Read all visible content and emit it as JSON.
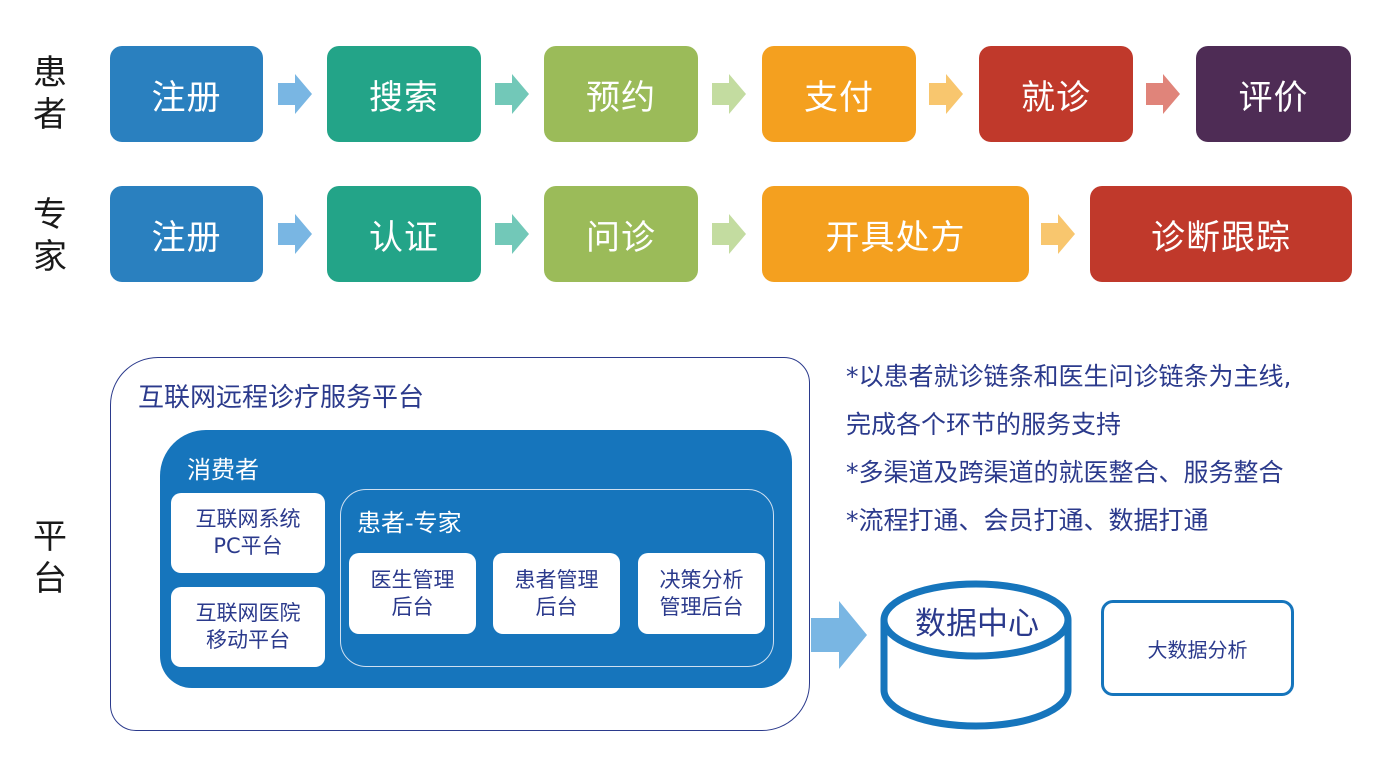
{
  "rows": {
    "patient": {
      "label_chars": [
        "患",
        "者"
      ],
      "steps": [
        {
          "label": "注册",
          "color": "#2a80bf"
        },
        {
          "label": "搜索",
          "color": "#23a488"
        },
        {
          "label": "预约",
          "color": "#9bbb59"
        },
        {
          "label": "支付",
          "color": "#f4a01f"
        },
        {
          "label": "就诊",
          "color": "#c0392b"
        },
        {
          "label": "评价",
          "color": "#4e2c55"
        }
      ],
      "arrow_colors": [
        "#79b6e3",
        "#72c8b8",
        "#c3dca0",
        "#f8c66e",
        "#e0847a"
      ]
    },
    "expert": {
      "label_chars": [
        "专",
        "家"
      ],
      "steps": [
        {
          "label": "注册",
          "color": "#2a80bf"
        },
        {
          "label": "认证",
          "color": "#23a488"
        },
        {
          "label": "问诊",
          "color": "#9bbb59"
        },
        {
          "label": "开具处方",
          "color": "#f4a01f"
        },
        {
          "label": "诊断跟踪",
          "color": "#c0392b"
        }
      ],
      "arrow_colors": [
        "#79b6e3",
        "#72c8b8",
        "#c3dca0",
        "#f8c66e"
      ]
    },
    "platform": {
      "label_chars": [
        "平",
        "台"
      ]
    }
  },
  "platform": {
    "title": "互联网远程诊疗服务平台",
    "consumer_label": "消费者",
    "consumer_cards": [
      {
        "line1": "互联网系统",
        "line2": "PC平台"
      },
      {
        "line1": "互联网医院",
        "line2": "移动平台"
      }
    ],
    "patient_expert_label": "患者-专家",
    "backend_cards": [
      {
        "line1": "医生管理",
        "line2": "后台"
      },
      {
        "line1": "患者管理",
        "line2": "后台"
      },
      {
        "line1": "决策分析",
        "line2": "管理后台"
      }
    ],
    "flow_arrow_color": "#79b6e3",
    "data_center_label": "数据中心",
    "big_data_label": "大数据分析",
    "accent_color": "#1675bc",
    "text_color": "#2b3a8c"
  },
  "notes": [
    "*以患者就诊链条和医生问诊链条为主线,",
    "完成各个环节的服务支持",
    "*多渠道及跨渠道的就医整合、服务整合",
    "*流程打通、会员打通、数据打通"
  ]
}
